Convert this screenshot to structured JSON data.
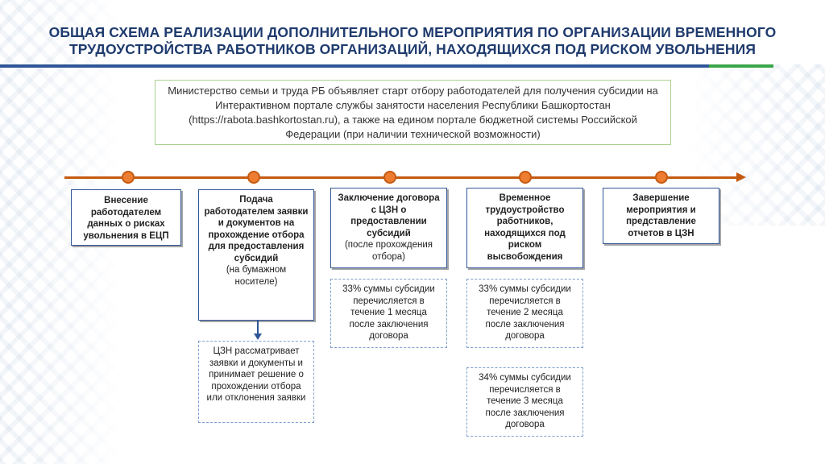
{
  "title": {
    "line1": "ОБЩАЯ СХЕМА РЕАЛИЗАЦИИ ДОПОЛНИТЕЛЬНОГО МЕРОПРИЯТИЯ ПО ОРГАНИЗАЦИИ ВРЕМЕННОГО",
    "line2": "ТРУДОУСТРОЙСТВА РАБОТНИКОВ ОРГАНИЗАЦИЙ, НАХОДЯЩИХСЯ ПОД РИСКОМ УВОЛЬНЕНИЯ"
  },
  "info": "Министерство семьи и труда РБ объявляет старт отбору работодателей для получения субсидии на Интерактивном портале службы занятости населения Республики Башкортостан (https://rabota.bashkortostan.ru), а также на едином портале бюджетной системы Российской Федерации (при наличии технической возможности)",
  "steps": [
    {
      "label": "Внесение работодателем данных о рисках увольнения в ЕЦП",
      "sub": ""
    },
    {
      "label": "Подача работодателем заявки и документов на прохождение отбора для предоставления субсидий",
      "sub": "(на бумажном носителе)"
    },
    {
      "label": "Заключение договора с ЦЗН о предоставлении субсидий",
      "sub": "(после прохождения отбора)"
    },
    {
      "label": "Временное трудоустройство работников, находящихся под риском высвобождения",
      "sub": ""
    },
    {
      "label": "Завершение мероприятия и представление отчетов в ЦЗН",
      "sub": ""
    }
  ],
  "notes": {
    "czn_review": "ЦЗН рассматривает заявки и документы и принимает решение о прохождении отбора или отклонения заявки",
    "pay1": "33% суммы субсидии перечисляется в течение 1 месяца после заключения договора",
    "pay2": "33% суммы субсидии перечисляется в течение 2 месяца после заключения договора",
    "pay3": "34% суммы субсидии перечисляется в течение 3 месяца после заключения договора"
  },
  "colors": {
    "title": "#1f3b6e",
    "timeline": "#c55a11",
    "dot": "#ed7d31",
    "box_border": "#2f5597",
    "info_border": "#a9d08e",
    "accent_green": "#3aa64a"
  }
}
